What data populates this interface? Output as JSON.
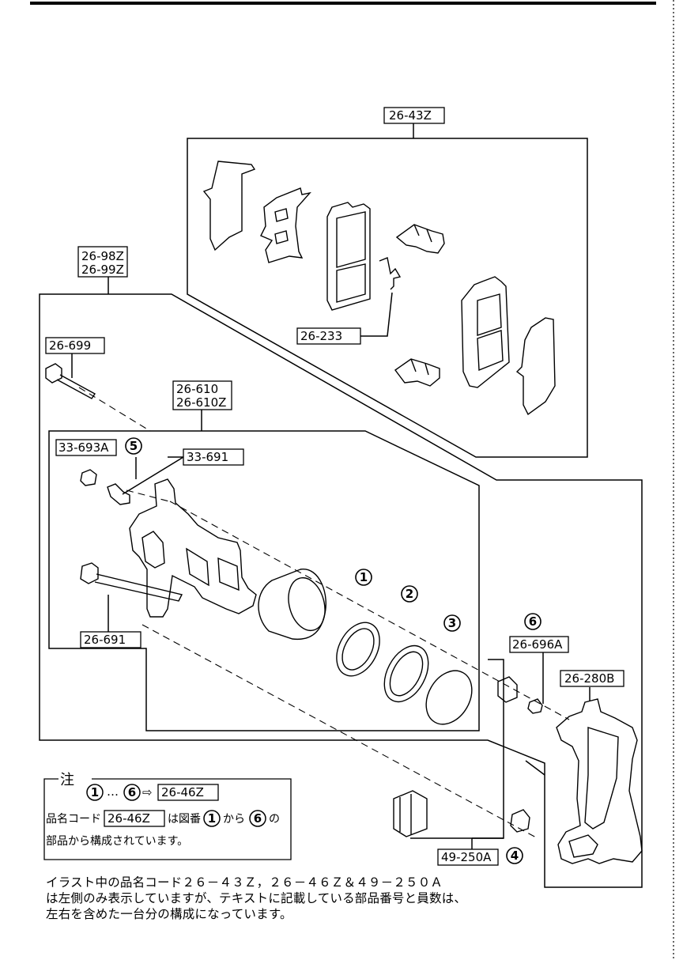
{
  "labels": {
    "pad_kit": "26-43Z",
    "caliper_a": "26-98Z",
    "caliper_b": "26-99Z",
    "bolt": "26-699",
    "body_a": "26-610",
    "body_b": "26-610Z",
    "bleeder_cap": "33-693A",
    "bleeder": "33-691",
    "guide_bolt": "26-691",
    "spring_clip": "26-233",
    "bushing": "26-696A",
    "bracket": "26-280B",
    "boot_kit": "49-250A",
    "seal_kit": "26-46Z",
    "seal_kit_ref": "26-46Z"
  },
  "callouts": {
    "c1": "1",
    "c2": "2",
    "c3": "3",
    "c4": "4",
    "c5": "5",
    "c6": "6"
  },
  "note": {
    "title": "注",
    "dots": "…",
    "arrow": "⇨",
    "prefix": "品名コード",
    "middle": "は図番",
    "kara": "から",
    "no": "の",
    "line3": "部品から構成されています。"
  },
  "caption": {
    "line1": "イラスト中の品名コード２６－４３Ｚ，２６－４６Ｚ＆４９－２５０Ａ",
    "line2": "は左側のみ表示していますが、テキストに記載している部品番号と員数は、",
    "line3": "左右を含めた一台分の構成になっています。"
  }
}
